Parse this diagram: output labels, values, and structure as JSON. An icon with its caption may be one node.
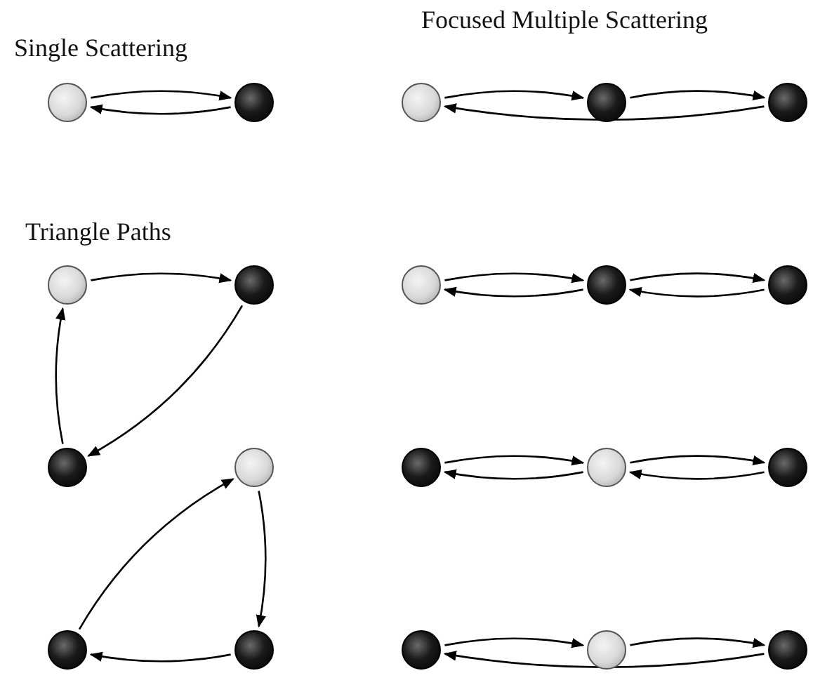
{
  "diagram": {
    "nodes": [
      {
        "text": [],
        "shape": "circle"
      },
      {
        "text": [],
        "shape": "circle"
      },
      {
        "text": [],
        "shape": "circle"
      },
      {
        "text": [],
        "shape": "circle"
      },
      {
        "text": [],
        "shape": "circle"
      },
      {
        "text": [],
        "shape": "circle"
      },
      {
        "text": [],
        "shape": "circle"
      },
      {
        "text": [],
        "shape": "circle"
      },
      {
        "text": [],
        "shape": "circle"
      },
      {
        "text": [],
        "shape": "circle"
      },
      {
        "text": [],
        "shape": "circle"
      },
      {
        "text": [],
        "shape": "circle"
      },
      {
        "text": [],
        "shape": "circle"
      },
      {
        "text": [],
        "shape": "circle"
      },
      {
        "text": [],
        "shape": "circle"
      },
      {
        "text": [],
        "shape": "circle"
      },
      {
        "text": [],
        "shape": "circle"
      },
      {
        "text": [],
        "shape": "circle"
      },
      {
        "text": [],
        "shape": "circle"
      },
      {
        "text": [],
        "shape": "circle"
      }
    ],
    "edges": [
      {
        "from": 0,
        "to": 1,
        "arrow": "to"
      },
      {
        "from": 1,
        "to": 0,
        "arrow": "to"
      },
      {
        "from": 2,
        "to": 3,
        "arrow": "to"
      },
      {
        "from": 3,
        "to": 4,
        "arrow": "to"
      },
      {
        "from": 4,
        "to": 2,
        "arrow": "to"
      },
      {
        "from": 5,
        "to": 6,
        "arrow": "to"
      },
      {
        "from": 6,
        "to": 10,
        "arrow": "to"
      },
      {
        "from": 10,
        "to": 5,
        "arrow": "to"
      },
      {
        "from": 7,
        "to": 8,
        "arrow": "to"
      },
      {
        "from": 8,
        "to": 9,
        "arrow": "to"
      },
      {
        "from": 8,
        "to": 7,
        "arrow": "to"
      },
      {
        "from": 9,
        "to": 8,
        "arrow": "to"
      },
      {
        "from": 12,
        "to": 13,
        "arrow": "to"
      },
      {
        "from": 13,
        "to": 14,
        "arrow": "to"
      },
      {
        "from": 13,
        "to": 12,
        "arrow": "to"
      },
      {
        "from": 14,
        "to": 13,
        "arrow": "to"
      },
      {
        "from": 15,
        "to": 11,
        "arrow": "to"
      },
      {
        "from": 11,
        "to": 16,
        "arrow": "to"
      },
      {
        "from": 16,
        "to": 15,
        "arrow": "to"
      },
      {
        "from": 17,
        "to": 18,
        "arrow": "to"
      },
      {
        "from": 18,
        "to": 19,
        "arrow": "to"
      },
      {
        "from": 19,
        "to": 17,
        "arrow": "to"
      }
    ],
    "labels": [
      "Single Scattering",
      "Focused Multiple Scattering",
      "Triangle Paths"
    ]
  }
}
